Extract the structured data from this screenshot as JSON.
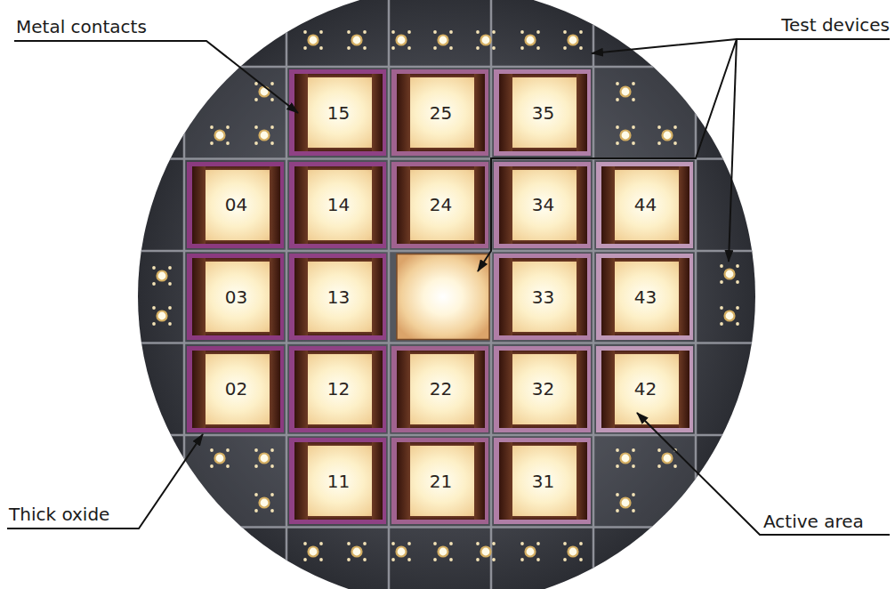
{
  "diagram": {
    "nodes": [
      {
        "text": [
          "15"
        ]
      },
      {
        "text": [
          "25"
        ]
      },
      {
        "text": [
          "35"
        ]
      },
      {
        "text": [
          "04"
        ]
      },
      {
        "text": [
          "14"
        ]
      },
      {
        "text": [
          "24"
        ]
      },
      {
        "text": [
          "34"
        ]
      },
      {
        "text": [
          "44"
        ]
      },
      {
        "text": [
          "03"
        ]
      },
      {
        "text": [
          "13"
        ]
      },
      {
        "text": [
          "33"
        ]
      },
      {
        "text": [
          "43"
        ]
      },
      {
        "text": [
          "02"
        ]
      },
      {
        "text": [
          "12"
        ]
      },
      {
        "text": [
          "22"
        ]
      },
      {
        "text": [
          "32"
        ]
      },
      {
        "text": [
          "42"
        ]
      },
      {
        "text": [
          "11"
        ]
      },
      {
        "text": [
          "21"
        ]
      },
      {
        "text": [
          "31"
        ]
      }
    ],
    "labels": [
      "Metal contacts",
      "Test devices",
      "Thick oxide",
      "Active area"
    ]
  }
}
